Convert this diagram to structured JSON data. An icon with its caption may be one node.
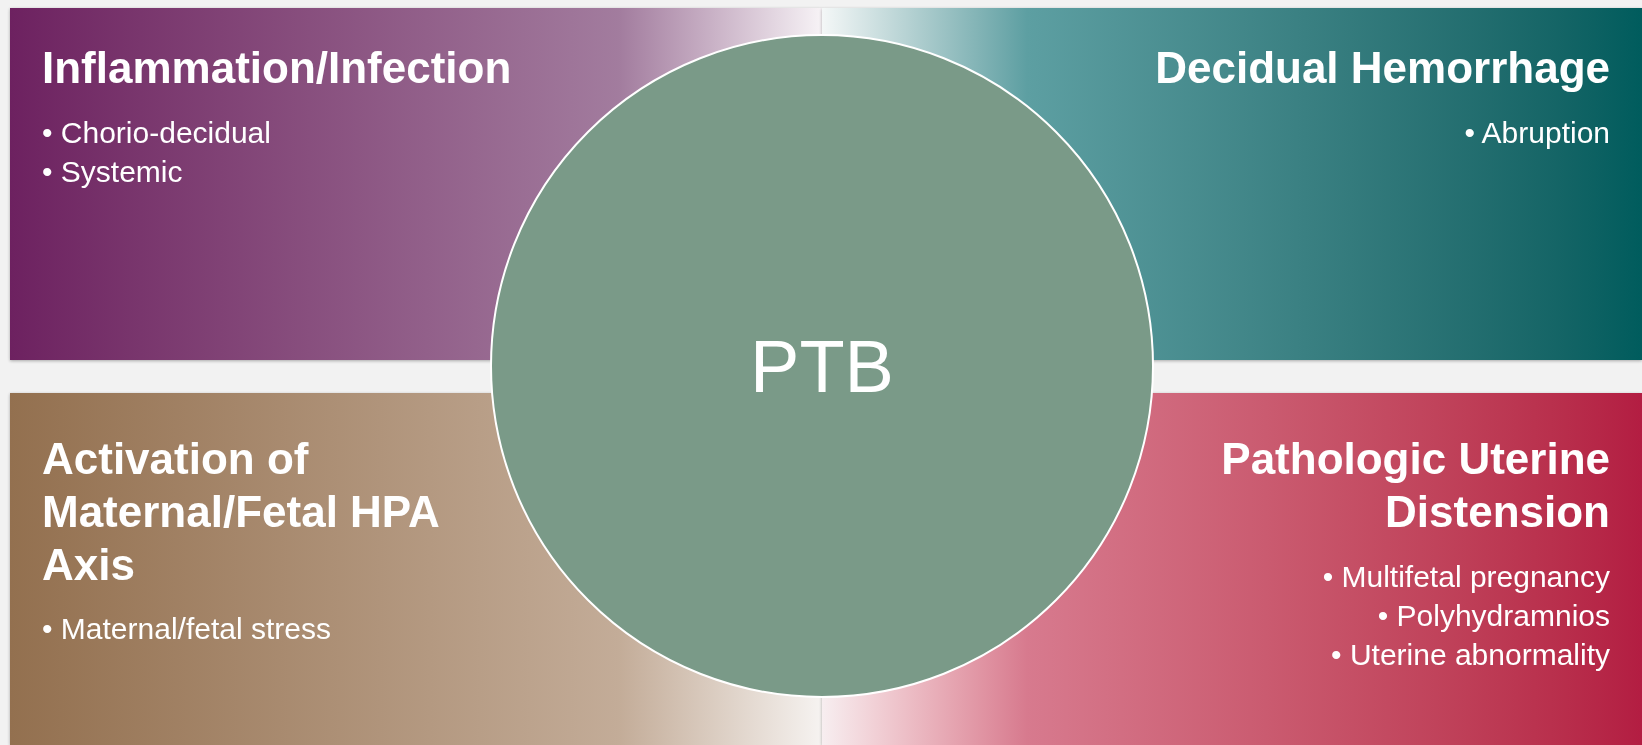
{
  "diagram": {
    "nodes": [
      {
        "text": [
          "Inflammation/Infection",
          "• Chorio-decidual",
          "• Systemic"
        ]
      },
      {
        "text": [
          "Decidual Hemorrhage",
          "• Abruption"
        ]
      },
      {
        "text": [
          "Activation of Maternal/Fetal HPA Axis",
          "• Maternal/fetal stress"
        ]
      },
      {
        "text": [
          "Pathologic Uterine Distension",
          "• Multifetal pregnancy",
          "• Polyhydramnios",
          "• Uterine abnormality"
        ]
      },
      {
        "text": [
          "PTB"
        ]
      }
    ]
  }
}
